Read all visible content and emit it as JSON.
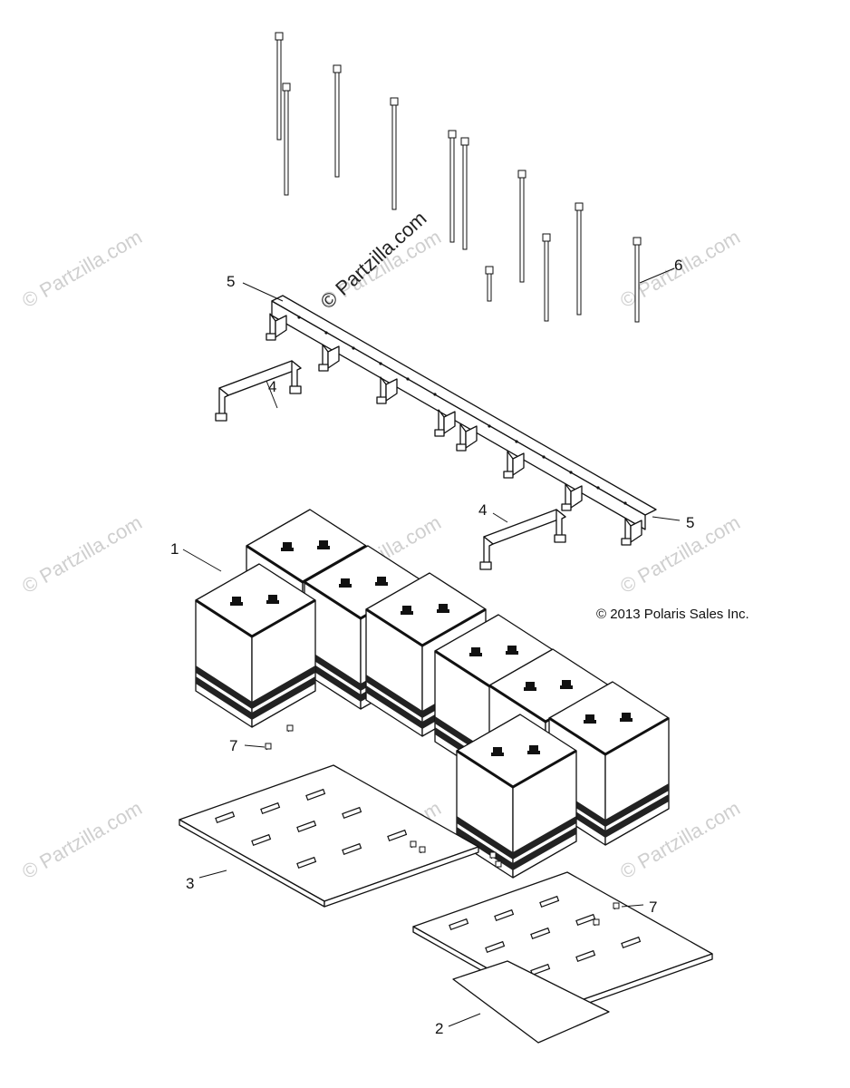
{
  "watermark": {
    "main": "© Partzilla.com",
    "faint": "© Partzilla.com"
  },
  "copyright": "© 2013 Polaris Sales Inc.",
  "callouts": {
    "c1": "1",
    "c2": "2",
    "c3": "3",
    "c4a": "4",
    "c4b": "4",
    "c5a": "5",
    "c5b": "5",
    "c6": "6",
    "c7a": "7",
    "c7b": "7"
  }
}
